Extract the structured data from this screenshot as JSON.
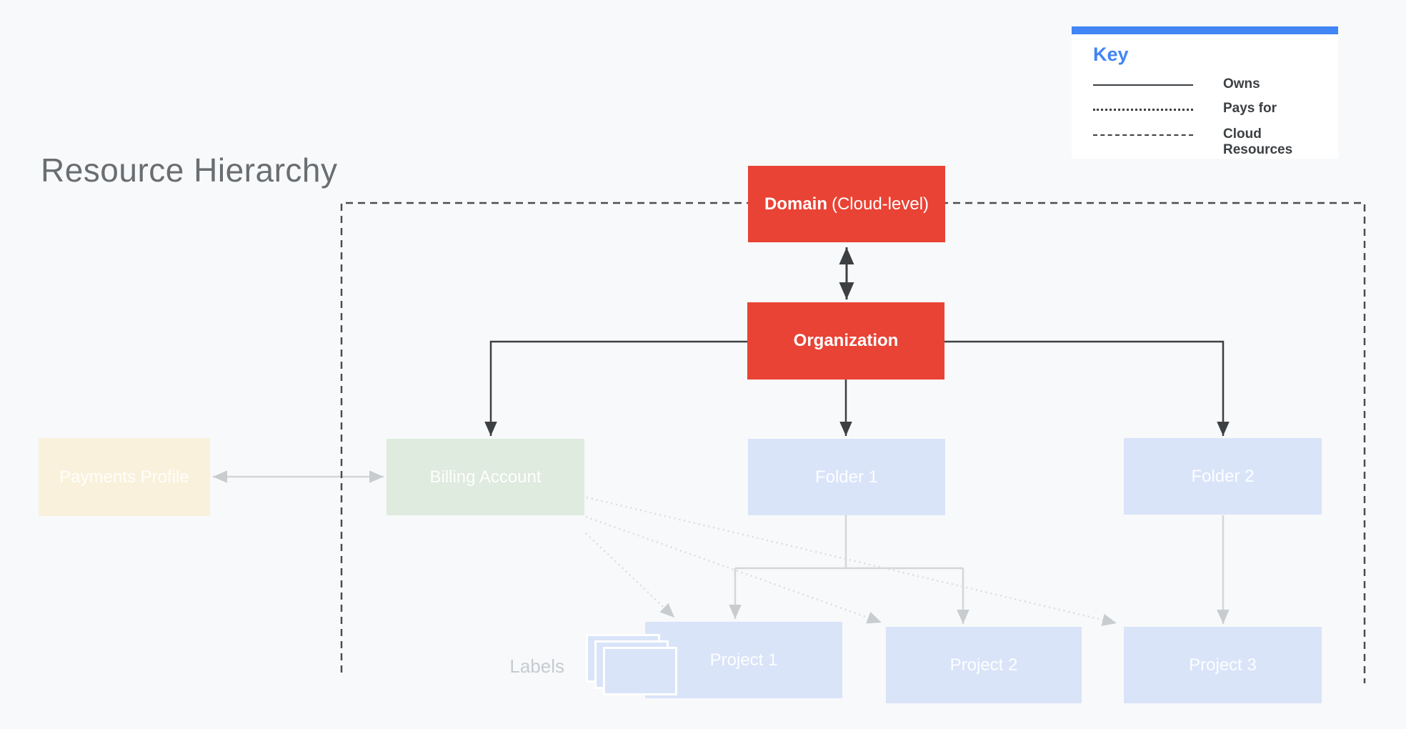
{
  "title": "Resource Hierarchy",
  "legend": {
    "heading": "Key",
    "rows": [
      {
        "style": "solid",
        "label": "Owns"
      },
      {
        "style": "dotted",
        "label": "Pays for"
      },
      {
        "style": "dashed",
        "label": "Cloud Resources"
      }
    ]
  },
  "nodes": {
    "domain": {
      "label_bold": "Domain",
      "label_rest": "(Cloud-level)"
    },
    "organization": {
      "label": "Organization"
    },
    "payments_profile": {
      "label": "Payments Profile"
    },
    "billing_account": {
      "label": "Billing Account"
    },
    "folder1": {
      "label": "Folder 1"
    },
    "folder2": {
      "label": "Folder 2"
    },
    "project1": {
      "label": "Project 1"
    },
    "project2": {
      "label": "Project 2"
    },
    "project3": {
      "label": "Project 3"
    },
    "labels_caption": "Labels"
  },
  "edges": [
    {
      "from": "Domain",
      "to": "Organization",
      "type": "owns",
      "bidirectional": true
    },
    {
      "from": "Organization",
      "to": "Billing Account",
      "type": "owns"
    },
    {
      "from": "Organization",
      "to": "Folder 1",
      "type": "owns"
    },
    {
      "from": "Organization",
      "to": "Folder 2",
      "type": "owns"
    },
    {
      "from": "Payments Profile",
      "to": "Billing Account",
      "type": "owns",
      "bidirectional": true
    },
    {
      "from": "Folder 1",
      "to": "Project 1",
      "type": "owns"
    },
    {
      "from": "Folder 1",
      "to": "Project 2",
      "type": "owns"
    },
    {
      "from": "Folder 2",
      "to": "Project 3",
      "type": "owns"
    },
    {
      "from": "Billing Account",
      "to": "Project 1",
      "type": "pays_for"
    },
    {
      "from": "Billing Account",
      "to": "Project 2",
      "type": "pays_for"
    },
    {
      "from": "Billing Account",
      "to": "Project 3",
      "type": "pays_for"
    },
    {
      "boundary": "Cloud Resources",
      "type": "cloud_resources",
      "encloses": [
        "Domain",
        "Organization",
        "Billing Account",
        "Folder 1",
        "Folder 2",
        "Project 1",
        "Project 2",
        "Project 3"
      ]
    }
  ],
  "colors": {
    "background": "#F8F9FA",
    "red": "#E94335",
    "blue-accent": "#4285F4",
    "light-blue": "#D9E4F9",
    "light-green": "#DEEBDE",
    "cream": "#FAF1DC",
    "dark-line": "#3C4043",
    "boundary-line": "#4A4D50",
    "gray-line": "#D4D6D8",
    "dotted-line": "#DADCDD",
    "arrow-gray": "#C9CCCE",
    "title-gray": "#6A6E71",
    "labels-gray": "#C7CBD1"
  }
}
